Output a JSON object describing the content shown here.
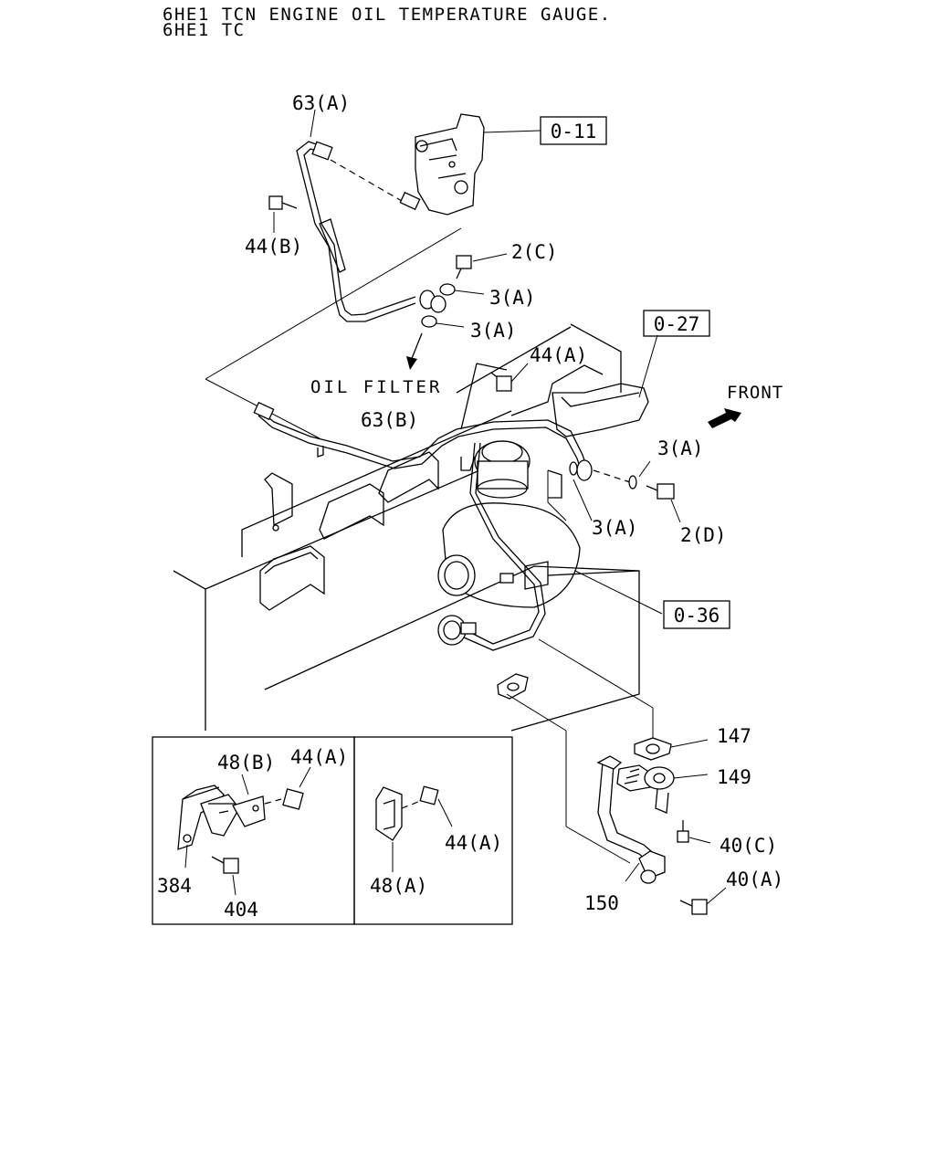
{
  "header": {
    "line1": "6HE1 TCN ENGINE OIL TEMPERATURE GAUGE.",
    "line2": "6HE1 TC"
  },
  "labels": {
    "l63a": "63(A)",
    "l44b": "44(B)",
    "l2c": "2(C)",
    "l3a_1": "3(A)",
    "l3a_2": "3(A)",
    "l44a_main": "44(A)",
    "oil_filter": "OIL FILTER",
    "l63b": "63(B)",
    "front": "FRONT",
    "l3a_3": "3(A)",
    "l3a_4": "3(A)",
    "l2d": "2(D)",
    "l147": "147",
    "l149": "149",
    "l40c": "40(C)",
    "l40a": "40(A)",
    "l150": "150"
  },
  "refs": {
    "r011": "0-11",
    "r027": "0-27",
    "r036": "0-36"
  },
  "inset_left": {
    "l48b": "48(B)",
    "l44a": "44(A)",
    "l384": "384",
    "l404": "404"
  },
  "inset_right": {
    "l44a": "44(A)",
    "l48a": "48(A)"
  }
}
